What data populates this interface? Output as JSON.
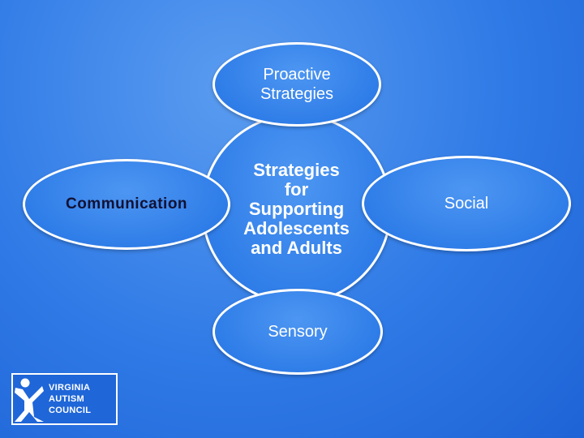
{
  "diagram": {
    "center": {
      "lines": [
        "Strategies",
        "for",
        "Supporting",
        "Adolescents",
        "and Adults"
      ]
    },
    "top": {
      "lines": [
        "Proactive",
        "Strategies"
      ]
    },
    "left": {
      "label": "Communication"
    },
    "right": {
      "label": "Social"
    },
    "bottom": {
      "label": "Sensory"
    }
  },
  "logo": {
    "lines": [
      "VIRGINIA",
      "AUTISM",
      "COUNCIL"
    ]
  }
}
